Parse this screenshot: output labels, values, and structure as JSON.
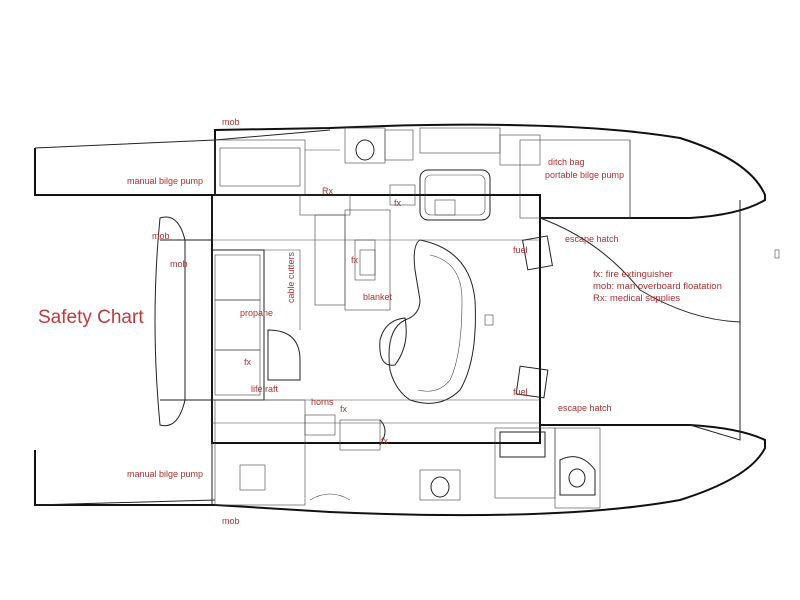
{
  "title": "Safety Chart",
  "legend": {
    "fx": "fx:  fire extinguisher",
    "mob": "mob: man overboard floatation",
    "rx": "Rx: medical supplies"
  },
  "labels": {
    "mob_top": "mob",
    "mob_left": "mob",
    "mob_left2": "mob",
    "mob_bottom": "mob",
    "bilge_top": "manual bilge pump",
    "bilge_bottom": "manual bilge pump",
    "ditch_bag": "ditch bag",
    "portable_bilge": "portable bilge pump",
    "escape_hatch_top": "escape hatch",
    "escape_hatch_bottom": "escape hatch",
    "fuel_top": "fuel",
    "fuel_bottom": "fuel",
    "rx": "Rx",
    "fx_1": "fx",
    "fx_2": "fx",
    "fx_3": "fx",
    "fx_4": "fx",
    "fx_5": "fx",
    "blanket": "blanket",
    "cable_cutters": "cable cutters",
    "propane": "propane",
    "life_raft": "life raft",
    "horns": "horns"
  }
}
